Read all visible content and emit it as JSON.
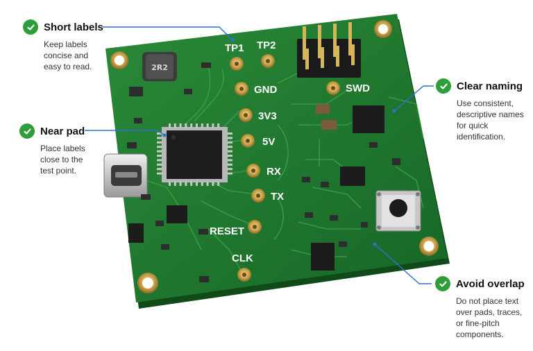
{
  "callouts": {
    "short_labels": {
      "title": "Short labels",
      "lines": [
        "Keep labels",
        "concise and",
        "easy to read."
      ]
    },
    "near_pad": {
      "title": "Near pad",
      "lines": [
        "Place labels",
        "close to the",
        "test point."
      ]
    },
    "clear_naming": {
      "title": "Clear naming",
      "lines": [
        "Use consistent,",
        "descriptive names",
        "for quick",
        "identification."
      ]
    },
    "avoid_overlap": {
      "title": "Avoid overlap",
      "lines": [
        "Do not place text",
        "over pads, traces,",
        "or fine-pitch",
        "components."
      ]
    }
  },
  "test_points": {
    "tp1": "TP1",
    "tp2": "TP2",
    "gnd": "GND",
    "v3v3": "3V3",
    "v5v": "5V",
    "rx": "RX",
    "tx": "TX",
    "reset": "RESET",
    "clk": "CLK",
    "swd": "SWD"
  },
  "components": {
    "inductor_marking": "2R2"
  },
  "colors": {
    "board": "#1f7a2e",
    "check": "#2e9e3a",
    "leader": "#2e6fd6",
    "silkscreen": "#ffffff",
    "gold": "#c9a24a"
  },
  "icons": {
    "callout": "check-circle-icon"
  }
}
